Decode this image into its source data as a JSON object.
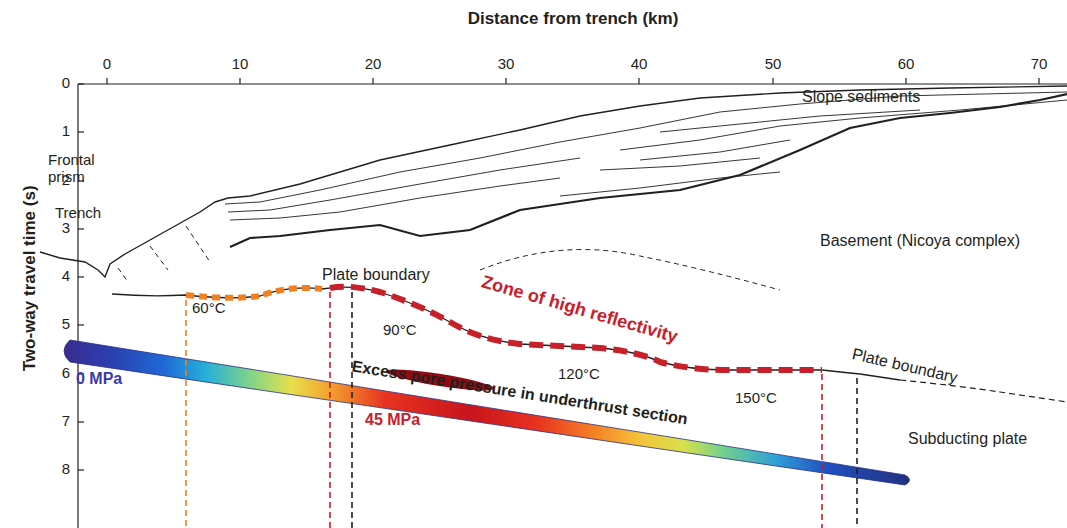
{
  "diagram": {
    "labels": [
      "Distance from trench (km)",
      "0",
      "10",
      "20",
      "30",
      "40",
      "50",
      "60",
      "70",
      "Two-way travel time (s)",
      "0",
      "1",
      "2",
      "3",
      "4",
      "5",
      "6",
      "7",
      "8",
      "Slope sediments",
      "Frontal prism",
      "Trench",
      "Basement (Nicoya complex)",
      "Plate boundary",
      "60°C",
      "90°C",
      "Zone of high reflectivity",
      "120°C",
      "150°C",
      "Plate boundary",
      "Excess pore pressure in underthrust section",
      "0 MPa",
      "45 MPa",
      "Subducting plate"
    ]
  }
}
